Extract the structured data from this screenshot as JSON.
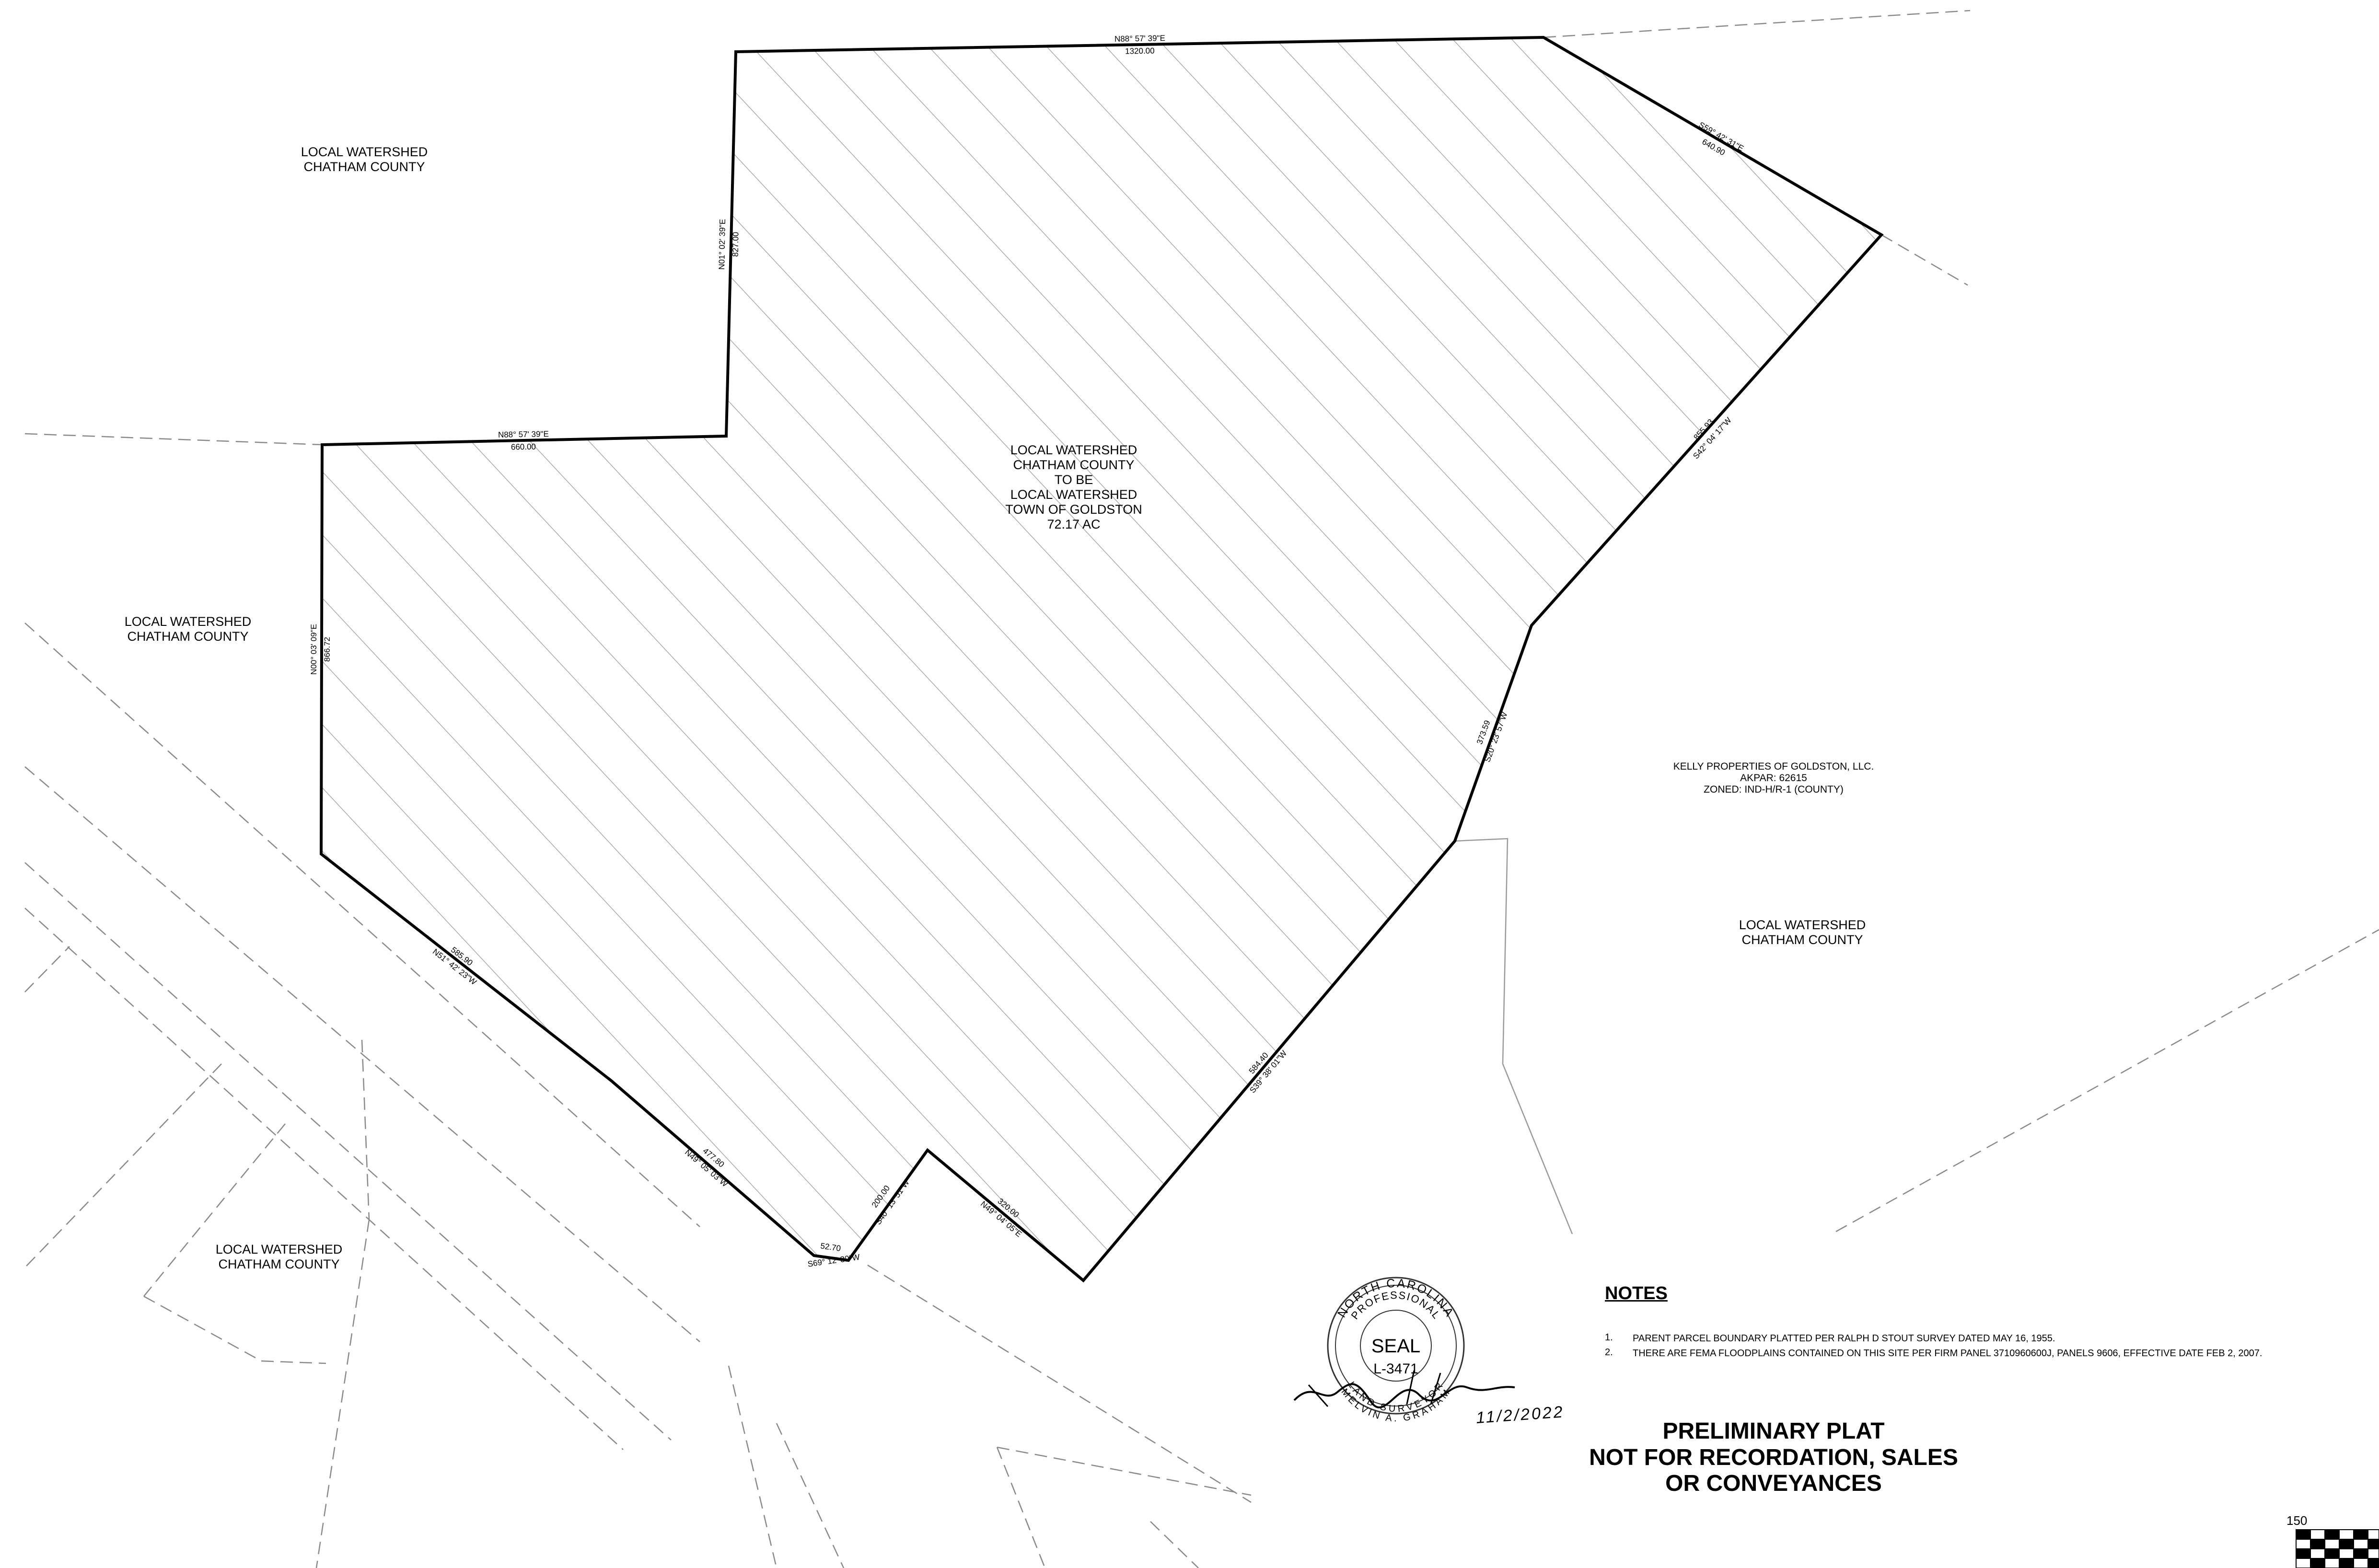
{
  "parcels": {
    "north_west": {
      "line1": "LOCAL WATERSHED",
      "line2": "CHATHAM COUNTY"
    },
    "west": {
      "line1": "LOCAL WATERSHED",
      "line2": "CHATHAM COUNTY"
    },
    "south_west": {
      "line1": "LOCAL WATERSHED",
      "line2": "CHATHAM COUNTY"
    },
    "east": {
      "line1": "LOCAL WATERSHED",
      "line2": "CHATHAM COUNTY"
    }
  },
  "subject_tract": {
    "lines": [
      "LOCAL WATERSHED",
      "CHATHAM COUNTY",
      "TO BE",
      "LOCAL WATERSHED",
      "TOWN OF GOLDSTON",
      "72.17 AC"
    ]
  },
  "adjoiner": {
    "owner": "KELLY PROPERTIES OF GOLDSTON, LLC.",
    "akpar": "AKPAR: 62615",
    "zoned": "ZONED: IND-H/R-1 (COUNTY)"
  },
  "boundary_calls": {
    "north_bearing": "N88° 57' 39\"E",
    "north_distance": "1320.00",
    "northeast_bearing": "S59° 42' 31\"E",
    "northeast_distance": "640.90",
    "upper_west_bearing": "N01° 02' 39\"E",
    "upper_west_distance": "827.00",
    "mid_north_bearing": "N88° 57' 39\"E",
    "mid_north_distance": "660.00",
    "west_bearing": "N00° 03' 09\"E",
    "west_distance": "866.72",
    "east_bearing": "S42° 04' 17\"W",
    "east_distance": "855.93",
    "southeast_bearing": "S20° 23' 57\"W",
    "southeast_distance": "373.59",
    "south_east_bearing": "S39° 38' 01\"W",
    "south_east_distance": "584.40",
    "southwest_bearing": "N51° 42' 23\"W",
    "southwest_distance": "585.90",
    "lower_sw_bearing": "N49° 05' 03\"W",
    "lower_sw_distance": "477.80",
    "notch_bearing": "S69° 12' 30\"W",
    "notch_distance": "52.70",
    "notch_up_bearing": "S40° 13' 51\"W",
    "notch_up_distance": "200.00",
    "notch_down_bearing": "N49° 04' 05\"E",
    "notch_down_distance": "320.00"
  },
  "seal": {
    "top_text": "NORTH CAROLINA",
    "sub_text": "PROFESSIONAL",
    "center_word": "SEAL",
    "number": "L-3471",
    "bottom_text": "LAND SURVEYOR",
    "name_text": "MELVIN A. GRAHAM",
    "date": "11/2/2022"
  },
  "notes": {
    "title": "NOTES",
    "items": [
      {
        "num": "1.",
        "text": "PARENT PARCEL BOUNDARY PLATTED PER RALPH D STOUT SURVEY DATED MAY 16, 1955."
      },
      {
        "num": "2.",
        "text": "THERE ARE FEMA FLOODPLAINS CONTAINED ON THIS SITE PER FIRM PANEL 3710960600J, PANELS 9606, EFFECTIVE DATE FEB 2, 2007."
      }
    ]
  },
  "title_block": {
    "line1": "PRELIMINARY PLAT",
    "line2": "NOT FOR RECORDATION, SALES",
    "line3": "OR CONVEYANCES"
  },
  "scale": {
    "label": "150"
  }
}
